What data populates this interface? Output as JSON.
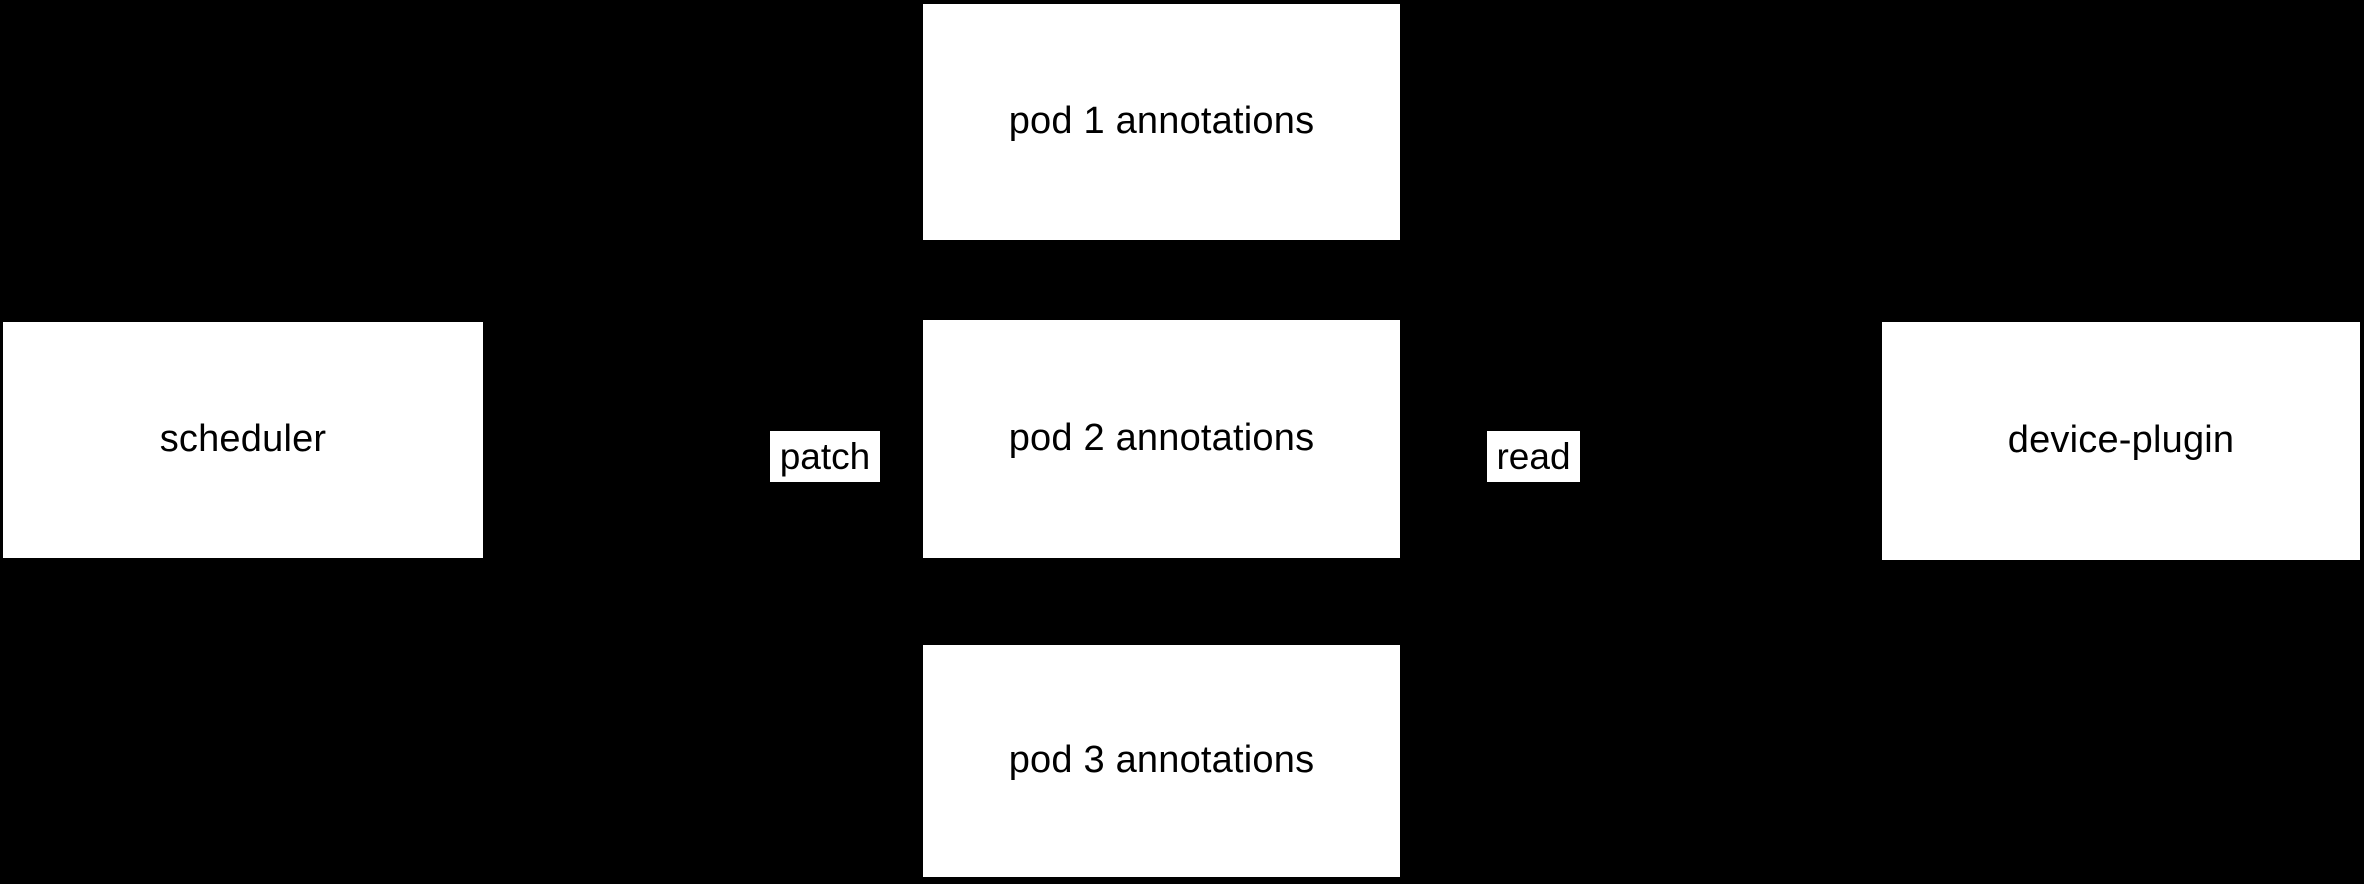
{
  "diagram": {
    "background_color": "#000000",
    "node_fill_color": "#ffffff",
    "node_text_color": "#000000",
    "nodes": [
      {
        "id": "scheduler",
        "label": "scheduler"
      },
      {
        "id": "pod1",
        "label": "pod 1 annotations"
      },
      {
        "id": "pod2",
        "label": "pod 2 annotations"
      },
      {
        "id": "pod3",
        "label": "pod 3 annotations"
      },
      {
        "id": "device-plugin",
        "label": "device-plugin"
      }
    ],
    "edge_labels": [
      {
        "id": "patch",
        "label": "patch"
      },
      {
        "id": "read",
        "label": "read"
      }
    ]
  }
}
